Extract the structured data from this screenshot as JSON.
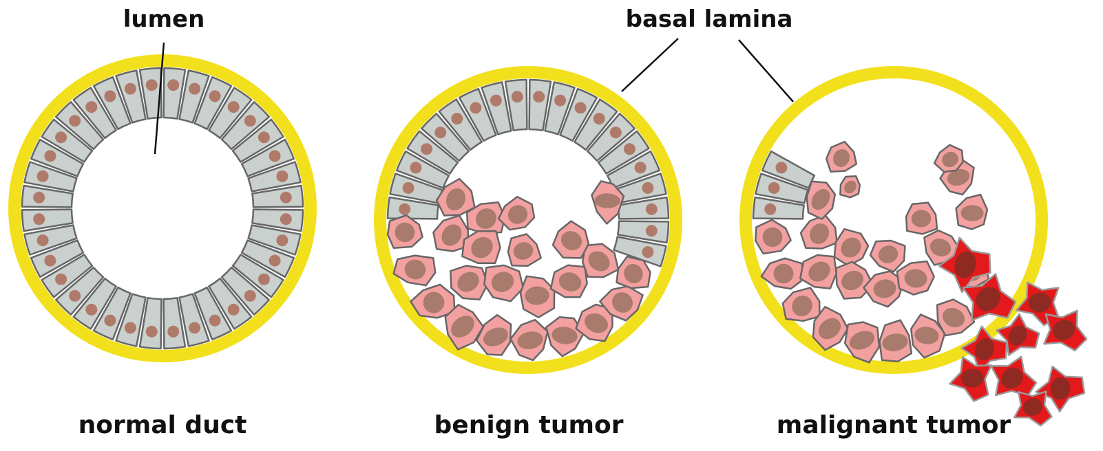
{
  "labels": {
    "lumen": "lumen",
    "basal_lamina": "basal lamina",
    "normal_duct": "normal duct",
    "benign_tumor": "benign tumor",
    "malignant_tumor": "malignant tumor"
  },
  "colors": {
    "basal_lamina": "#f2e01c",
    "normal_cell": "#c9d0cd",
    "cell_outline": "#666666",
    "normal_nucleus": "#b07a6a",
    "tumor_cell": "#f3a0a0",
    "tumor_nucleus": "#a87b6c",
    "malignant_cell": "#e3191b",
    "malignant_nucleus": "#8e2a22"
  }
}
